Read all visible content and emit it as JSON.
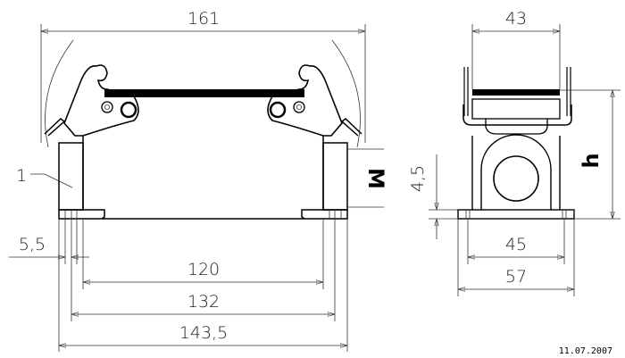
{
  "front_view": {
    "dim_overall_width": "161",
    "dim_mount_120": "120",
    "dim_mount_132": "132",
    "dim_base_143_5": "143,5",
    "dim_hole_5_5": "5,5",
    "dim_thread": "M",
    "part_callout": "1"
  },
  "side_view": {
    "dim_width_43": "43",
    "dim_height": "h",
    "dim_flange_4_5": "4,5",
    "dim_mount_45": "45",
    "dim_base_57": "57"
  },
  "date": "11.07.2007"
}
